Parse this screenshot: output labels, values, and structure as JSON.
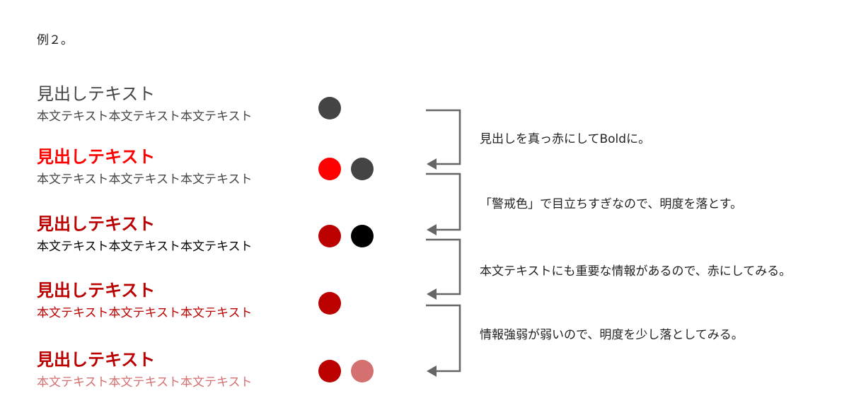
{
  "title": "例２。",
  "examples": [
    {
      "heading": "見出しテキスト",
      "body": "本文テキスト本文テキスト本文テキスト",
      "heading_color": "#444444",
      "heading_weight": "normal",
      "body_color": "#444444",
      "dots": [
        "#444444"
      ]
    },
    {
      "heading": "見出しテキスト",
      "body": "本文テキスト本文テキスト本文テキスト",
      "heading_color": "#ff0000",
      "heading_weight": "bold",
      "body_color": "#444444",
      "dots": [
        "#ff0000",
        "#444444"
      ]
    },
    {
      "heading": "見出しテキスト",
      "body": "本文テキスト本文テキスト本文テキスト",
      "heading_color": "#bb0000",
      "heading_weight": "bold",
      "body_color": "#000000",
      "dots": [
        "#bb0000",
        "#000000"
      ]
    },
    {
      "heading": "見出しテキスト",
      "body": "本文テキスト本文テキスト本文テキスト",
      "heading_color": "#bb0000",
      "heading_weight": "bold",
      "body_color": "#bb0000",
      "dots": [
        "#bb0000"
      ]
    },
    {
      "heading": "見出しテキスト",
      "body": "本文テキスト本文テキスト本文テキスト",
      "heading_color": "#bb0000",
      "heading_weight": "bold",
      "body_color": "#d47070",
      "dots": [
        "#bb0000",
        "#d47070"
      ]
    }
  ],
  "notes": [
    "見出しを真っ赤にしてBoldに。",
    "「警戒色」で目立ちすぎなので、明度を落とす。",
    "本文テキストにも重要な情報があるので、赤にしてみる。",
    "情報強弱が弱いので、明度を少し落としてみる。"
  ],
  "connector_color": "#666666"
}
